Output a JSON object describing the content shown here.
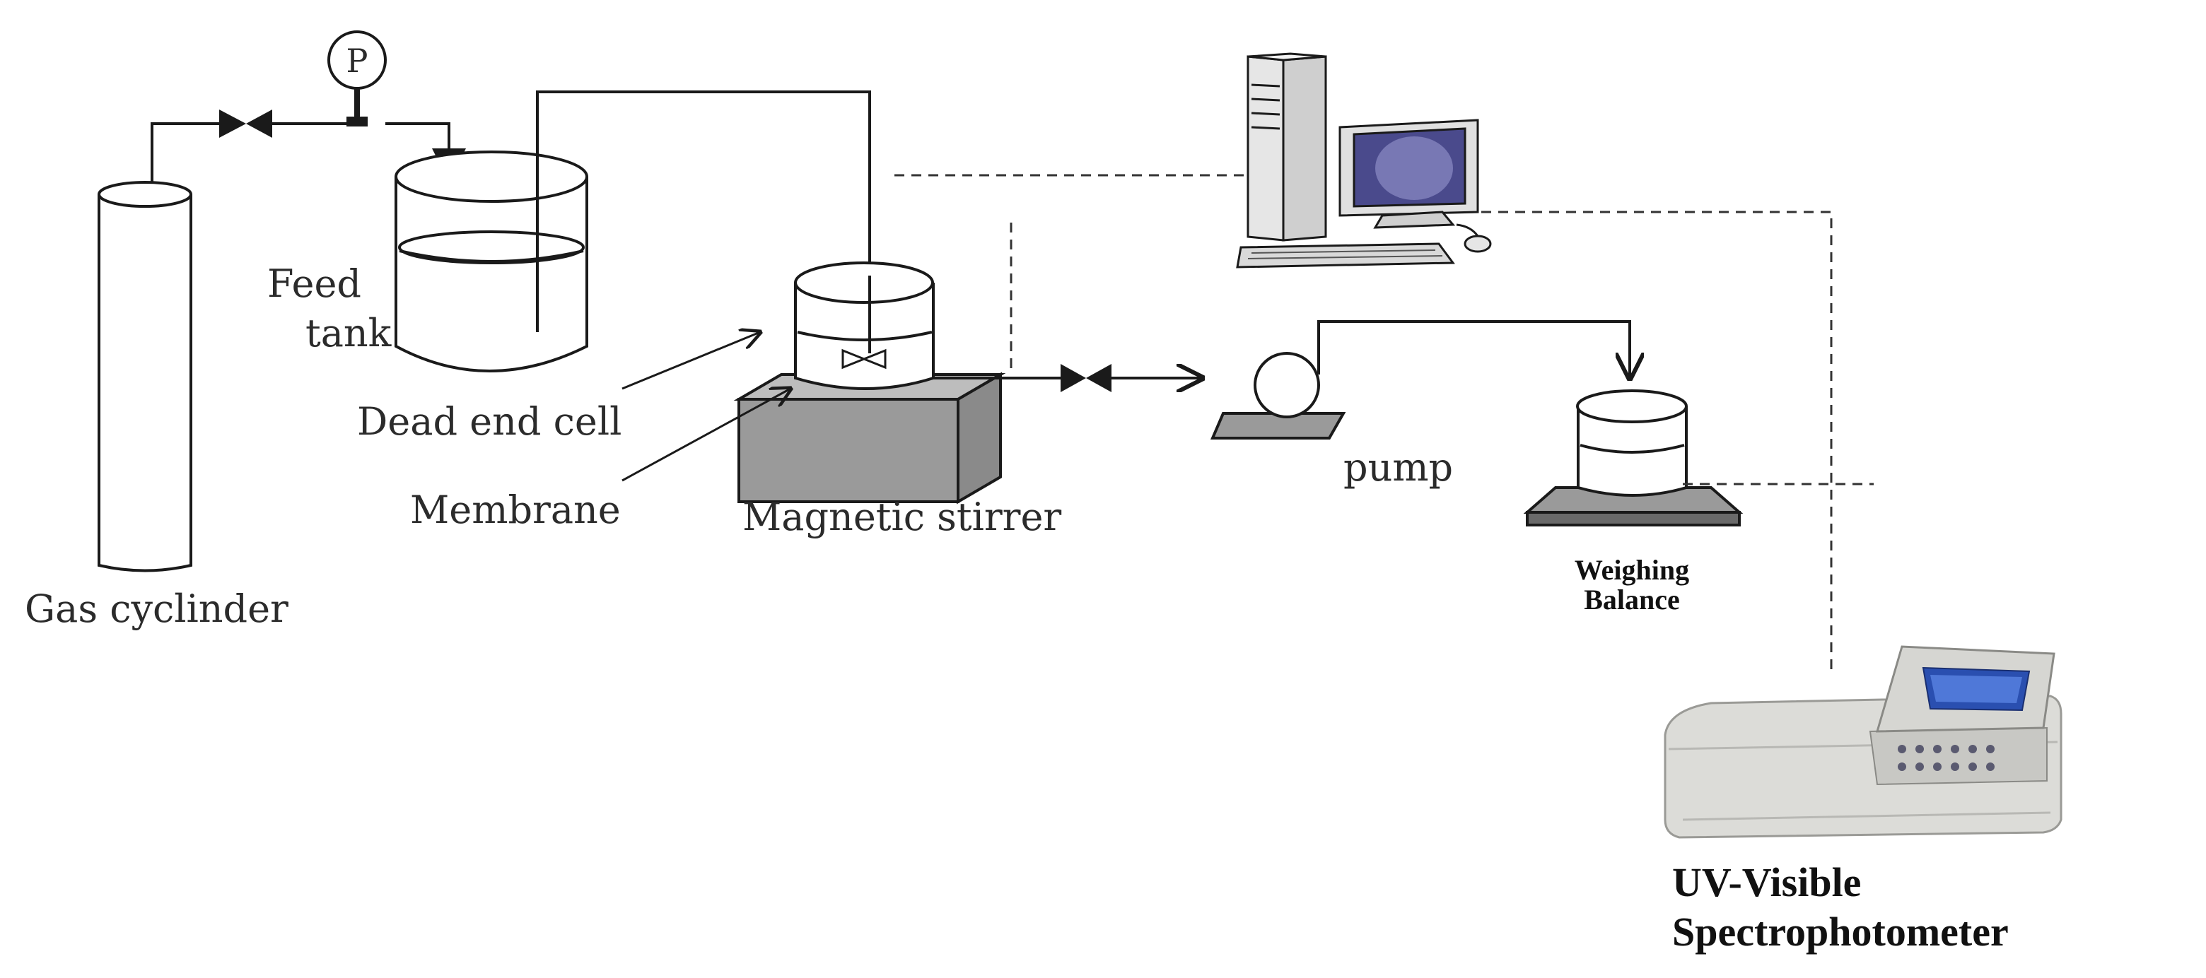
{
  "labels": {
    "pressure_gauge": "P",
    "feed_tank_line1": "Feed",
    "feed_tank_line2": "tank",
    "dead_end_cell": "Dead end cell",
    "membrane": "Membrane",
    "magnetic_stirrer": "Magnetic stirrer",
    "pump": "pump",
    "weighing_balance_line1": "Weighing",
    "weighing_balance_line2": "Balance",
    "gas_cylinder": "Gas cyclinder",
    "spectrophotometer_line1": "UV-Visible",
    "spectrophotometer_line2": "Spectrophotometer"
  },
  "colors": {
    "line": "#1a1a1a",
    "stirrer_fill": "#9a9a9a",
    "stirrer_top": "#bdbdbd",
    "monitor_screen": "#4a4a8c",
    "spectro_body": "#dcdcd8",
    "spectro_screen": "#2a4fb0"
  }
}
